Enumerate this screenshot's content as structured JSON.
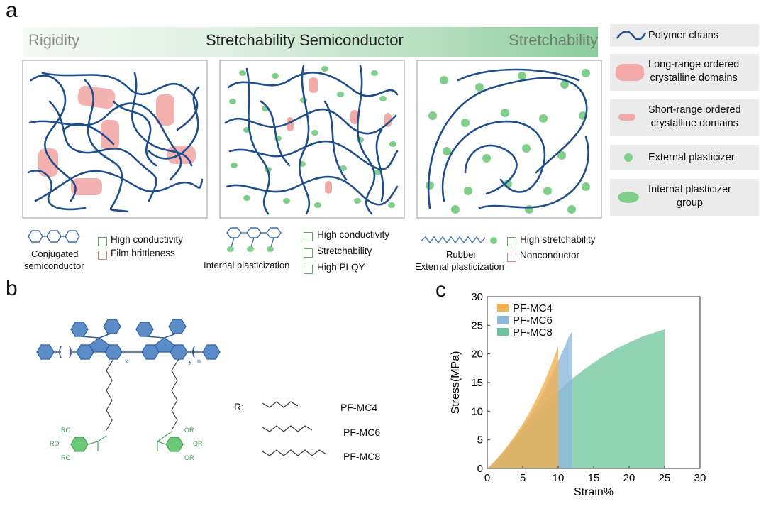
{
  "panel_labels": {
    "a": "a",
    "b": "b",
    "c": "c"
  },
  "banner": {
    "left": "Rigidity",
    "center": "Stretchability Semiconductor",
    "right": "Stretchability"
  },
  "legend": [
    {
      "label_line1": "Polymer chains",
      "label_line2": "",
      "icon": "polymer-chain-icon"
    },
    {
      "label_line1": "Long-range ordered",
      "label_line2": "crystalline domains",
      "icon": "long-range-domain-icon"
    },
    {
      "label_line1": "Short-range ordered",
      "label_line2": "crystalline domains",
      "icon": "short-range-domain-icon"
    },
    {
      "label_line1": "External plasticizer",
      "label_line2": "",
      "icon": "external-plasticizer-icon"
    },
    {
      "label_line1": "Internal plasticizer",
      "label_line2": "group",
      "icon": "internal-plasticizer-icon"
    }
  ],
  "columns": [
    {
      "name_line1": "Conjugated",
      "name_line2": "semiconductor",
      "features": [
        {
          "text": "High conductivity",
          "good": true
        },
        {
          "text": "Film brittleness",
          "good": false
        }
      ]
    },
    {
      "name_line1": "Internal plasticization",
      "name_line2": "",
      "features": [
        {
          "text": "High conductivity",
          "good": true
        },
        {
          "text": "Stretchability",
          "good": true
        },
        {
          "text": "High PLQY",
          "good": true
        }
      ]
    },
    {
      "name_line1": "Rubber",
      "name_line2": "External plasticization",
      "features": [
        {
          "text": "High stretchability",
          "good": true
        },
        {
          "text": "Nonconductor",
          "good": false
        }
      ]
    }
  ],
  "structure": {
    "r_label": "R:",
    "subscripts": {
      "x": "x",
      "y": "y",
      "n": "n"
    },
    "substituent": "RO",
    "substituent_right": "OR",
    "chains": [
      {
        "name": "PF-MC4",
        "carbons": 4
      },
      {
        "name": "PF-MC6",
        "carbons": 6
      },
      {
        "name": "PF-MC8",
        "carbons": 8
      }
    ]
  },
  "colors": {
    "blue": "#3b6fb0",
    "green": "#6cc879",
    "chain": "#1f4e8c",
    "pink": "#f2aaa8",
    "c4": "#f2b04f",
    "c6": "#8db8dd",
    "c8": "#6cc59a"
  },
  "chart_data": {
    "type": "area",
    "xlabel": "Strain%",
    "ylabel": "Stress(MPa)",
    "xlim": [
      0,
      30
    ],
    "ylim": [
      0,
      30
    ],
    "xticks": [
      0,
      5,
      10,
      15,
      20,
      25,
      30
    ],
    "yticks": [
      0,
      5,
      10,
      15,
      20,
      25,
      30
    ],
    "legend_position": "top-left",
    "series": [
      {
        "name": "PF-MC4",
        "color": "#f2b04f",
        "x": [
          0,
          1,
          2,
          3,
          4,
          5,
          6,
          7,
          8,
          9,
          9.6,
          10
        ],
        "y": [
          0,
          1.2,
          2.6,
          4.2,
          5.9,
          7.8,
          9.9,
          12.3,
          15,
          18,
          20,
          21.3
        ]
      },
      {
        "name": "PF-MC6",
        "color": "#8db8dd",
        "x": [
          0,
          1,
          2,
          3,
          4,
          5,
          6,
          7,
          8,
          9,
          10,
          11,
          11.5,
          12
        ],
        "y": [
          0,
          1.1,
          2.4,
          3.9,
          5.5,
          7.2,
          9.1,
          11.2,
          13.6,
          16.2,
          18.8,
          21.5,
          23,
          24
        ]
      },
      {
        "name": "PF-MC8",
        "color": "#6cc59a",
        "x": [
          0,
          1,
          2,
          3,
          4,
          5,
          6,
          8,
          10,
          12,
          14,
          16,
          18,
          20,
          22,
          24,
          25
        ],
        "y": [
          0,
          1.1,
          2.4,
          3.9,
          5.4,
          6.9,
          8.3,
          11,
          13.5,
          15.7,
          17.6,
          19.3,
          20.8,
          22,
          23.1,
          23.9,
          24.3
        ]
      }
    ]
  }
}
